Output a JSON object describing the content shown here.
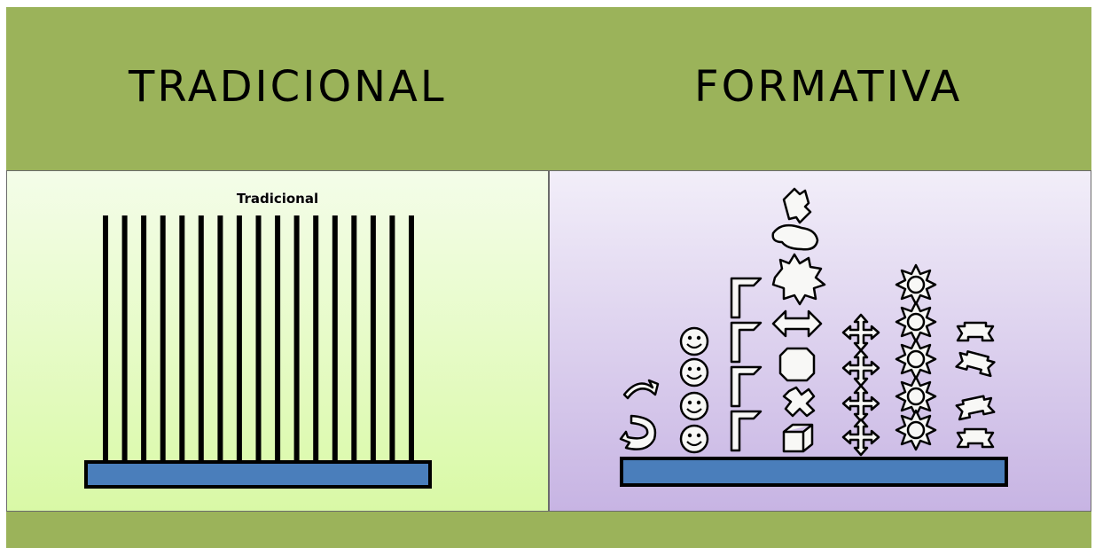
{
  "headings": {
    "left": "TRADICIONAL",
    "right": "FORMATIVA"
  },
  "left_panel": {
    "title": "Tradicional",
    "bar_count": 17,
    "background_colors": [
      "#f4fde9",
      "#d9f9a6"
    ],
    "base_color": "#4a7ebb"
  },
  "right_panel": {
    "background_colors": [
      "#f2eef9",
      "#c7b4e3"
    ],
    "base_color": "#4a7ebb",
    "columns": [
      {
        "icon": "curved-arrow-icon",
        "count": 2
      },
      {
        "icon": "smiley-icon",
        "count": 4
      },
      {
        "icon": "corner-bracket-icon",
        "count": 4
      },
      {
        "icon": "mixed-shapes-icon",
        "count": 7
      },
      {
        "icon": "four-way-arrow-icon",
        "count": 4
      },
      {
        "icon": "sun-icon",
        "count": 5
      },
      {
        "icon": "ribbon-banner-icon",
        "count": 4
      }
    ]
  },
  "colors": {
    "frame": "#9bb35a"
  }
}
